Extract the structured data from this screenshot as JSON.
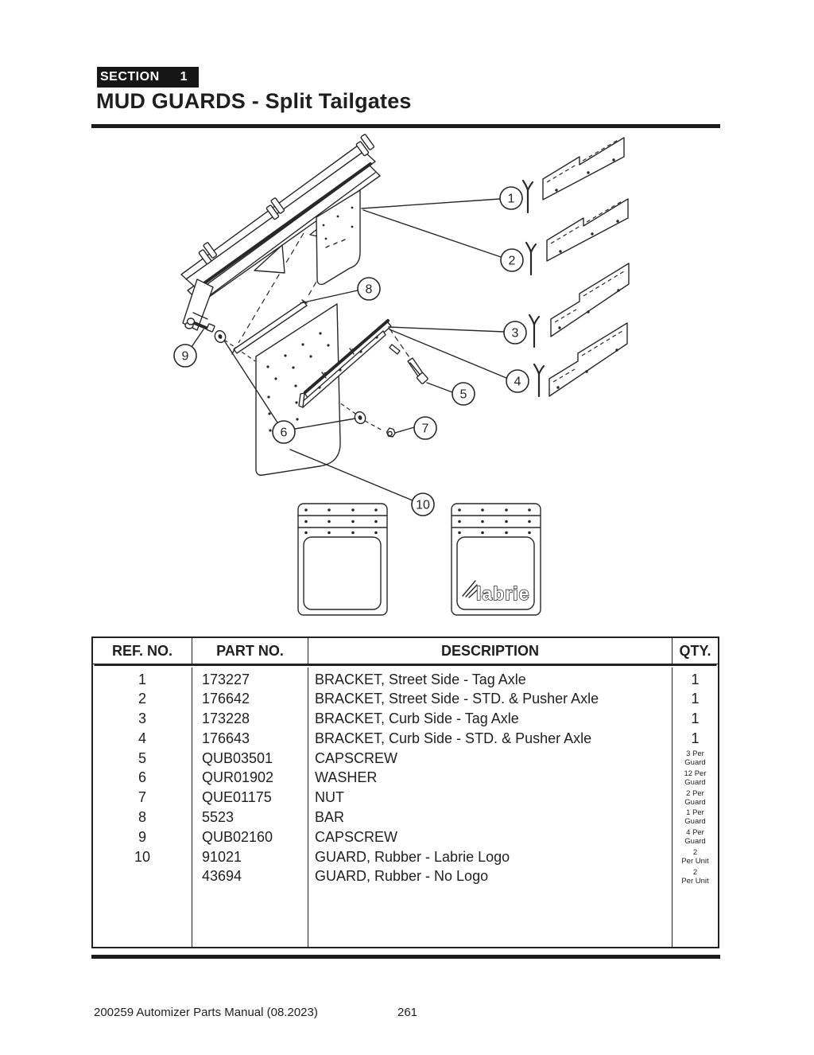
{
  "header": {
    "section_label": "SECTION",
    "section_number": "1",
    "title": "MUD GUARDS - Split Tailgates"
  },
  "diagram": {
    "callouts": [
      {
        "label": "1"
      },
      {
        "label": "2"
      },
      {
        "label": "3"
      },
      {
        "label": "4"
      },
      {
        "label": "5"
      },
      {
        "label": "6"
      },
      {
        "label": "7"
      },
      {
        "label": "8"
      },
      {
        "label": "9"
      },
      {
        "label": "10"
      }
    ],
    "logo_text": "labrie"
  },
  "table": {
    "headers": [
      "REF. NO.",
      "PART NO.",
      "DESCRIPTION",
      "QTY."
    ],
    "rows": [
      {
        "ref": "1",
        "part": "173227",
        "desc": "BRACKET, Street Side - Tag Axle",
        "qty": [
          "1"
        ]
      },
      {
        "ref": "2",
        "part": "176642",
        "desc": "BRACKET, Street Side - STD. & Pusher Axle",
        "qty": [
          "1"
        ]
      },
      {
        "ref": "3",
        "part": "173228",
        "desc": "BRACKET, Curb Side - Tag Axle",
        "qty": [
          "1"
        ]
      },
      {
        "ref": "4",
        "part": "176643",
        "desc": "BRACKET, Curb Side - STD. & Pusher Axle",
        "qty": [
          "1"
        ]
      },
      {
        "ref": "5",
        "part": "QUB03501",
        "desc": "CAPSCREW",
        "qty": [
          "3 Per",
          "Guard"
        ]
      },
      {
        "ref": "6",
        "part": "QUR01902",
        "desc": "WASHER",
        "qty": [
          "12 Per",
          "Guard"
        ]
      },
      {
        "ref": "7",
        "part": "QUE01175",
        "desc": "NUT",
        "qty": [
          "2 Per",
          "Guard"
        ]
      },
      {
        "ref": "8",
        "part": "5523",
        "desc": "BAR",
        "qty": [
          "1 Per",
          "Guard"
        ]
      },
      {
        "ref": "9",
        "part": "QUB02160",
        "desc": "CAPSCREW",
        "qty": [
          "4 Per",
          "Guard"
        ]
      },
      {
        "ref": "10",
        "part": "91021",
        "desc": "GUARD, Rubber - Labrie Logo",
        "qty": [
          "2",
          "Per Unit"
        ]
      },
      {
        "ref": "",
        "part": "43694",
        "desc": "GUARD, Rubber - No Logo",
        "qty": [
          "2",
          "Per Unit"
        ]
      }
    ]
  },
  "footer": {
    "manual": "200259 Automizer Parts Manual (08.2023)",
    "page_number": "261"
  }
}
